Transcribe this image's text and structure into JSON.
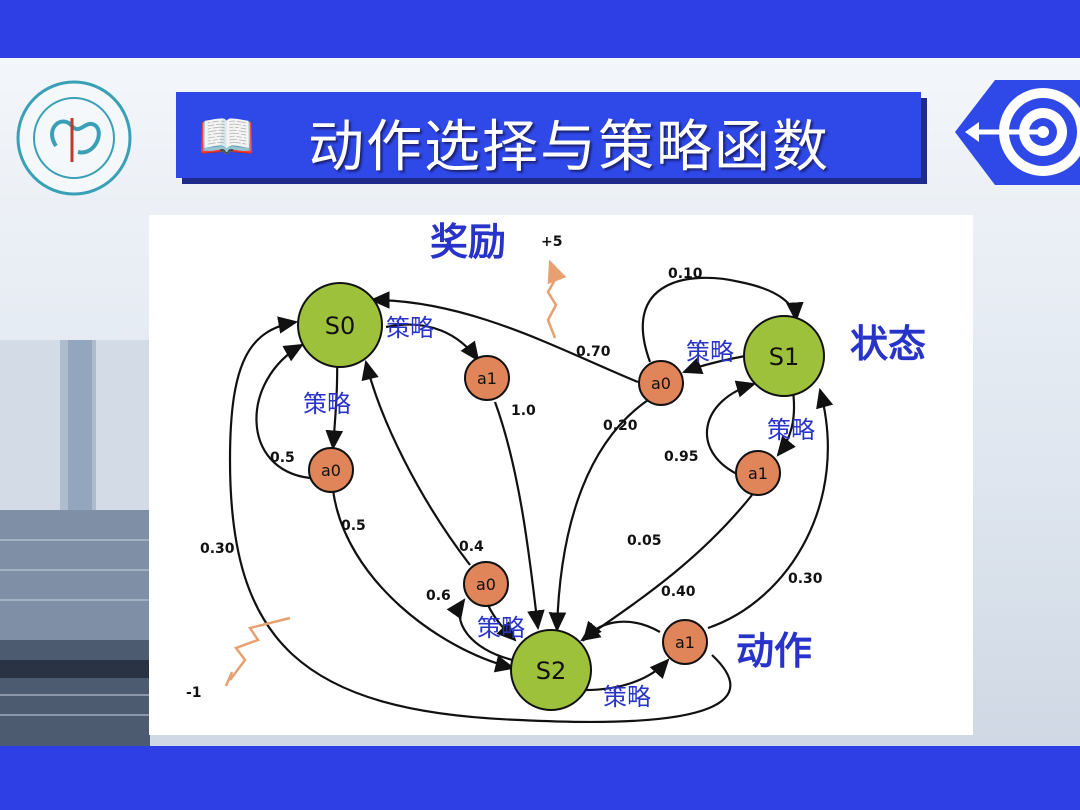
{
  "title": {
    "book_icon": "book-icon",
    "text": "动作选择与策略函数"
  },
  "colors": {
    "band": "#2f3fe6",
    "title_bg": "#2f48e8",
    "state_fill": "#9ec13c",
    "action_fill": "#e0845a",
    "label_blue": "#2733c9",
    "reward_arrow": "#e8a070"
  },
  "diagram": {
    "states": [
      "S0",
      "S1",
      "S2"
    ],
    "actions": [
      "a0",
      "a1",
      "a0",
      "a0",
      "a1",
      "a1"
    ],
    "category_labels": {
      "reward": "奖励",
      "state": "状态",
      "action": "动作"
    },
    "policy_label": "策略",
    "rewards": [
      "+5",
      "-1"
    ],
    "probabilities": [
      "0.10",
      "0.70",
      "1.0",
      "0.20",
      "0.5",
      "0.95",
      "0.5",
      "0.4",
      "0.05",
      "0.30",
      "0.6",
      "0.40",
      "0.30"
    ]
  }
}
